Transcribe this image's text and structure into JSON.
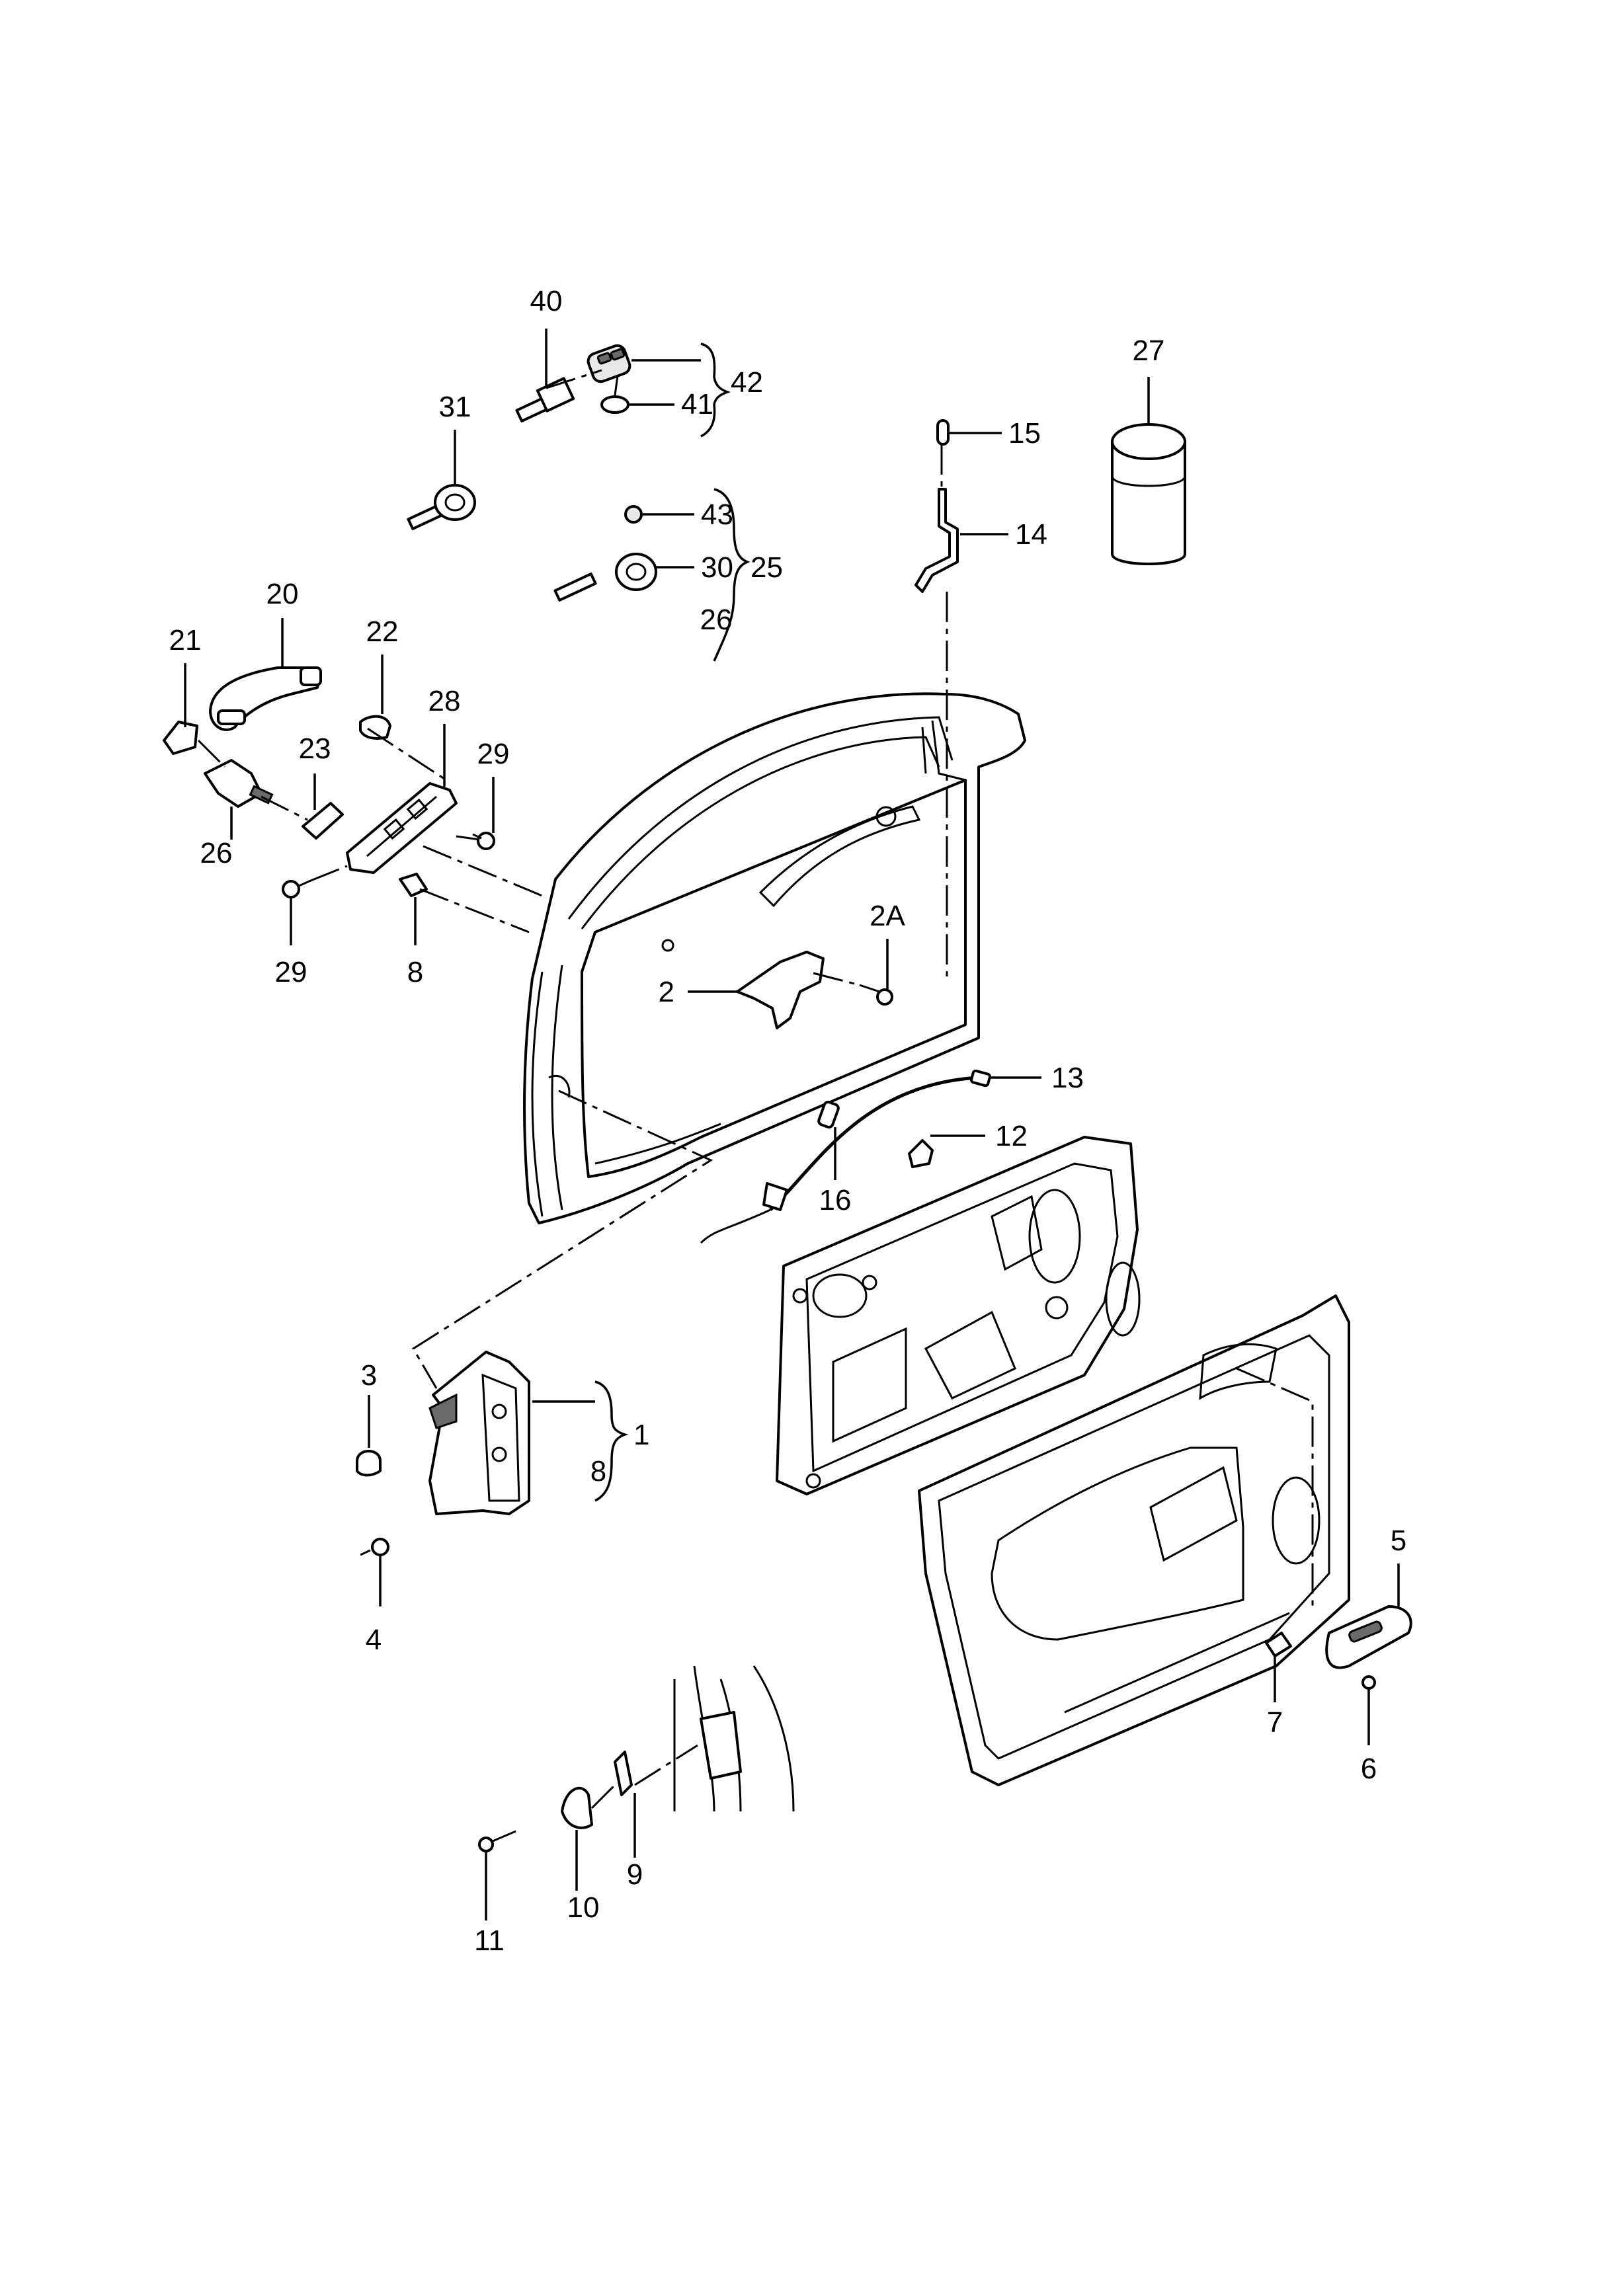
{
  "diagram": {
    "callouts": [
      {
        "id": "40",
        "label": "40"
      },
      {
        "id": "42",
        "label": "42"
      },
      {
        "id": "41",
        "label": "41"
      },
      {
        "id": "31",
        "label": "31"
      },
      {
        "id": "43",
        "label": "43"
      },
      {
        "id": "30",
        "label": "30"
      },
      {
        "id": "25",
        "label": "25"
      },
      {
        "id": "26a",
        "label": "26"
      },
      {
        "id": "27",
        "label": "27"
      },
      {
        "id": "15",
        "label": "15"
      },
      {
        "id": "14",
        "label": "14"
      },
      {
        "id": "20",
        "label": "20"
      },
      {
        "id": "21",
        "label": "21"
      },
      {
        "id": "22",
        "label": "22"
      },
      {
        "id": "28",
        "label": "28"
      },
      {
        "id": "23",
        "label": "23"
      },
      {
        "id": "29a",
        "label": "29"
      },
      {
        "id": "26b",
        "label": "26"
      },
      {
        "id": "29b",
        "label": "29"
      },
      {
        "id": "8a",
        "label": "8"
      },
      {
        "id": "2A",
        "label": "2A"
      },
      {
        "id": "2",
        "label": "2"
      },
      {
        "id": "13",
        "label": "13"
      },
      {
        "id": "12",
        "label": "12"
      },
      {
        "id": "16",
        "label": "16"
      },
      {
        "id": "3",
        "label": "3"
      },
      {
        "id": "1",
        "label": "1"
      },
      {
        "id": "8b",
        "label": "8"
      },
      {
        "id": "4",
        "label": "4"
      },
      {
        "id": "5",
        "label": "5"
      },
      {
        "id": "7",
        "label": "7"
      },
      {
        "id": "6",
        "label": "6"
      },
      {
        "id": "9",
        "label": "9"
      },
      {
        "id": "10",
        "label": "10"
      },
      {
        "id": "11",
        "label": "11"
      }
    ]
  }
}
